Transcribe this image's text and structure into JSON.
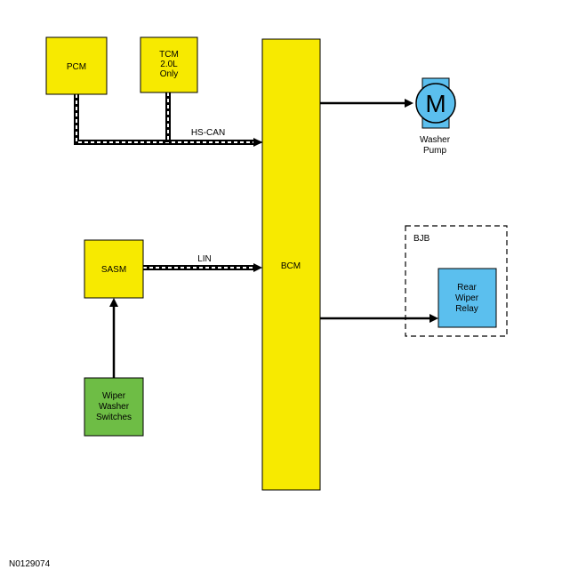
{
  "modules": {
    "pcm": {
      "label": "PCM"
    },
    "tcm": {
      "lines": [
        "TCM",
        "2.0L",
        "Only"
      ]
    },
    "bcm": {
      "label": "BCM"
    },
    "sasm": {
      "label": "SASM"
    },
    "wiper_washer_switches": {
      "lines": [
        "Wiper",
        "Washer",
        "Switches"
      ]
    },
    "washer_pump": {
      "symbol": "M",
      "lines": [
        "Washer",
        "Pump"
      ]
    },
    "bjb": {
      "label": "BJB"
    },
    "rear_wiper_relay": {
      "lines": [
        "Rear",
        "Wiper",
        "Relay"
      ]
    }
  },
  "networks": {
    "hs_can": "HS-CAN",
    "lin": "LIN"
  },
  "colors": {
    "module_yellow": "#f7ea00",
    "switch_green": "#6ebd45",
    "relay_blue": "#5bbfee",
    "pump_blue": "#5bbfee"
  },
  "figure_id": "N0129074"
}
